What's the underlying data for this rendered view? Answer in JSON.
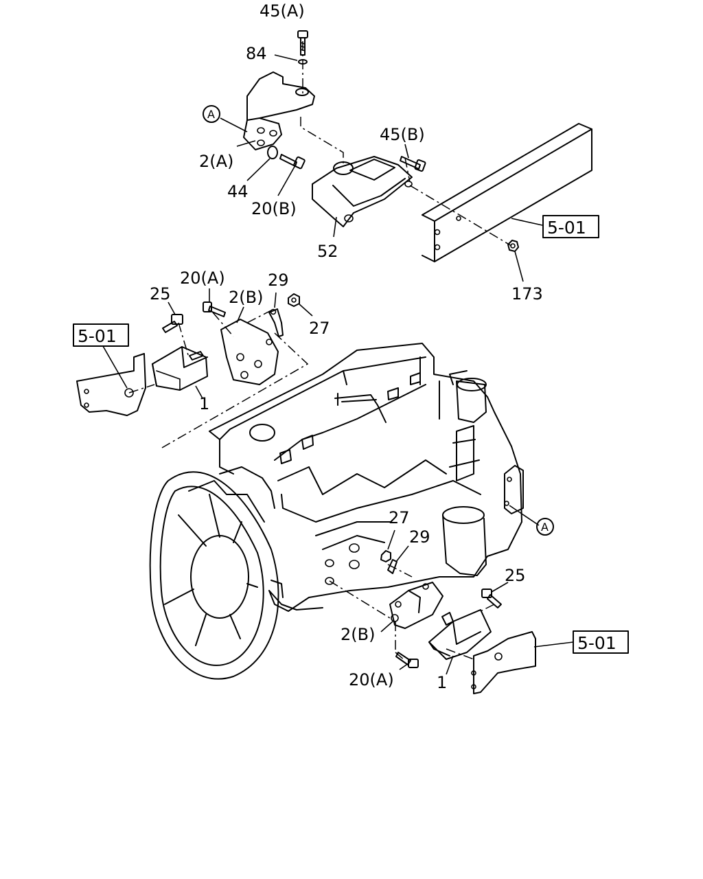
{
  "callouts": {
    "p45a": "45(A)",
    "p84": "84",
    "pAref1": "A",
    "p2a": "2(A)",
    "p44": "44",
    "p20b": "20(B)",
    "p52": "52",
    "p45b": "45(B)",
    "ref501_top": "5-01",
    "p173": "173",
    "p20a_upper": "20(A)",
    "p25_upper": "25",
    "p2b_upper": "2(B)",
    "p29_upper": "29",
    "p27_upper": "27",
    "ref501_left": "5-01",
    "p1_upper": "1",
    "pAref2": "A",
    "p27_lower": "27",
    "p29_lower": "29",
    "p25_lower": "25",
    "p2b_lower": "2(B)",
    "p20a_lower": "20(A)",
    "p1_lower": "1",
    "ref501_right": "5-01"
  }
}
